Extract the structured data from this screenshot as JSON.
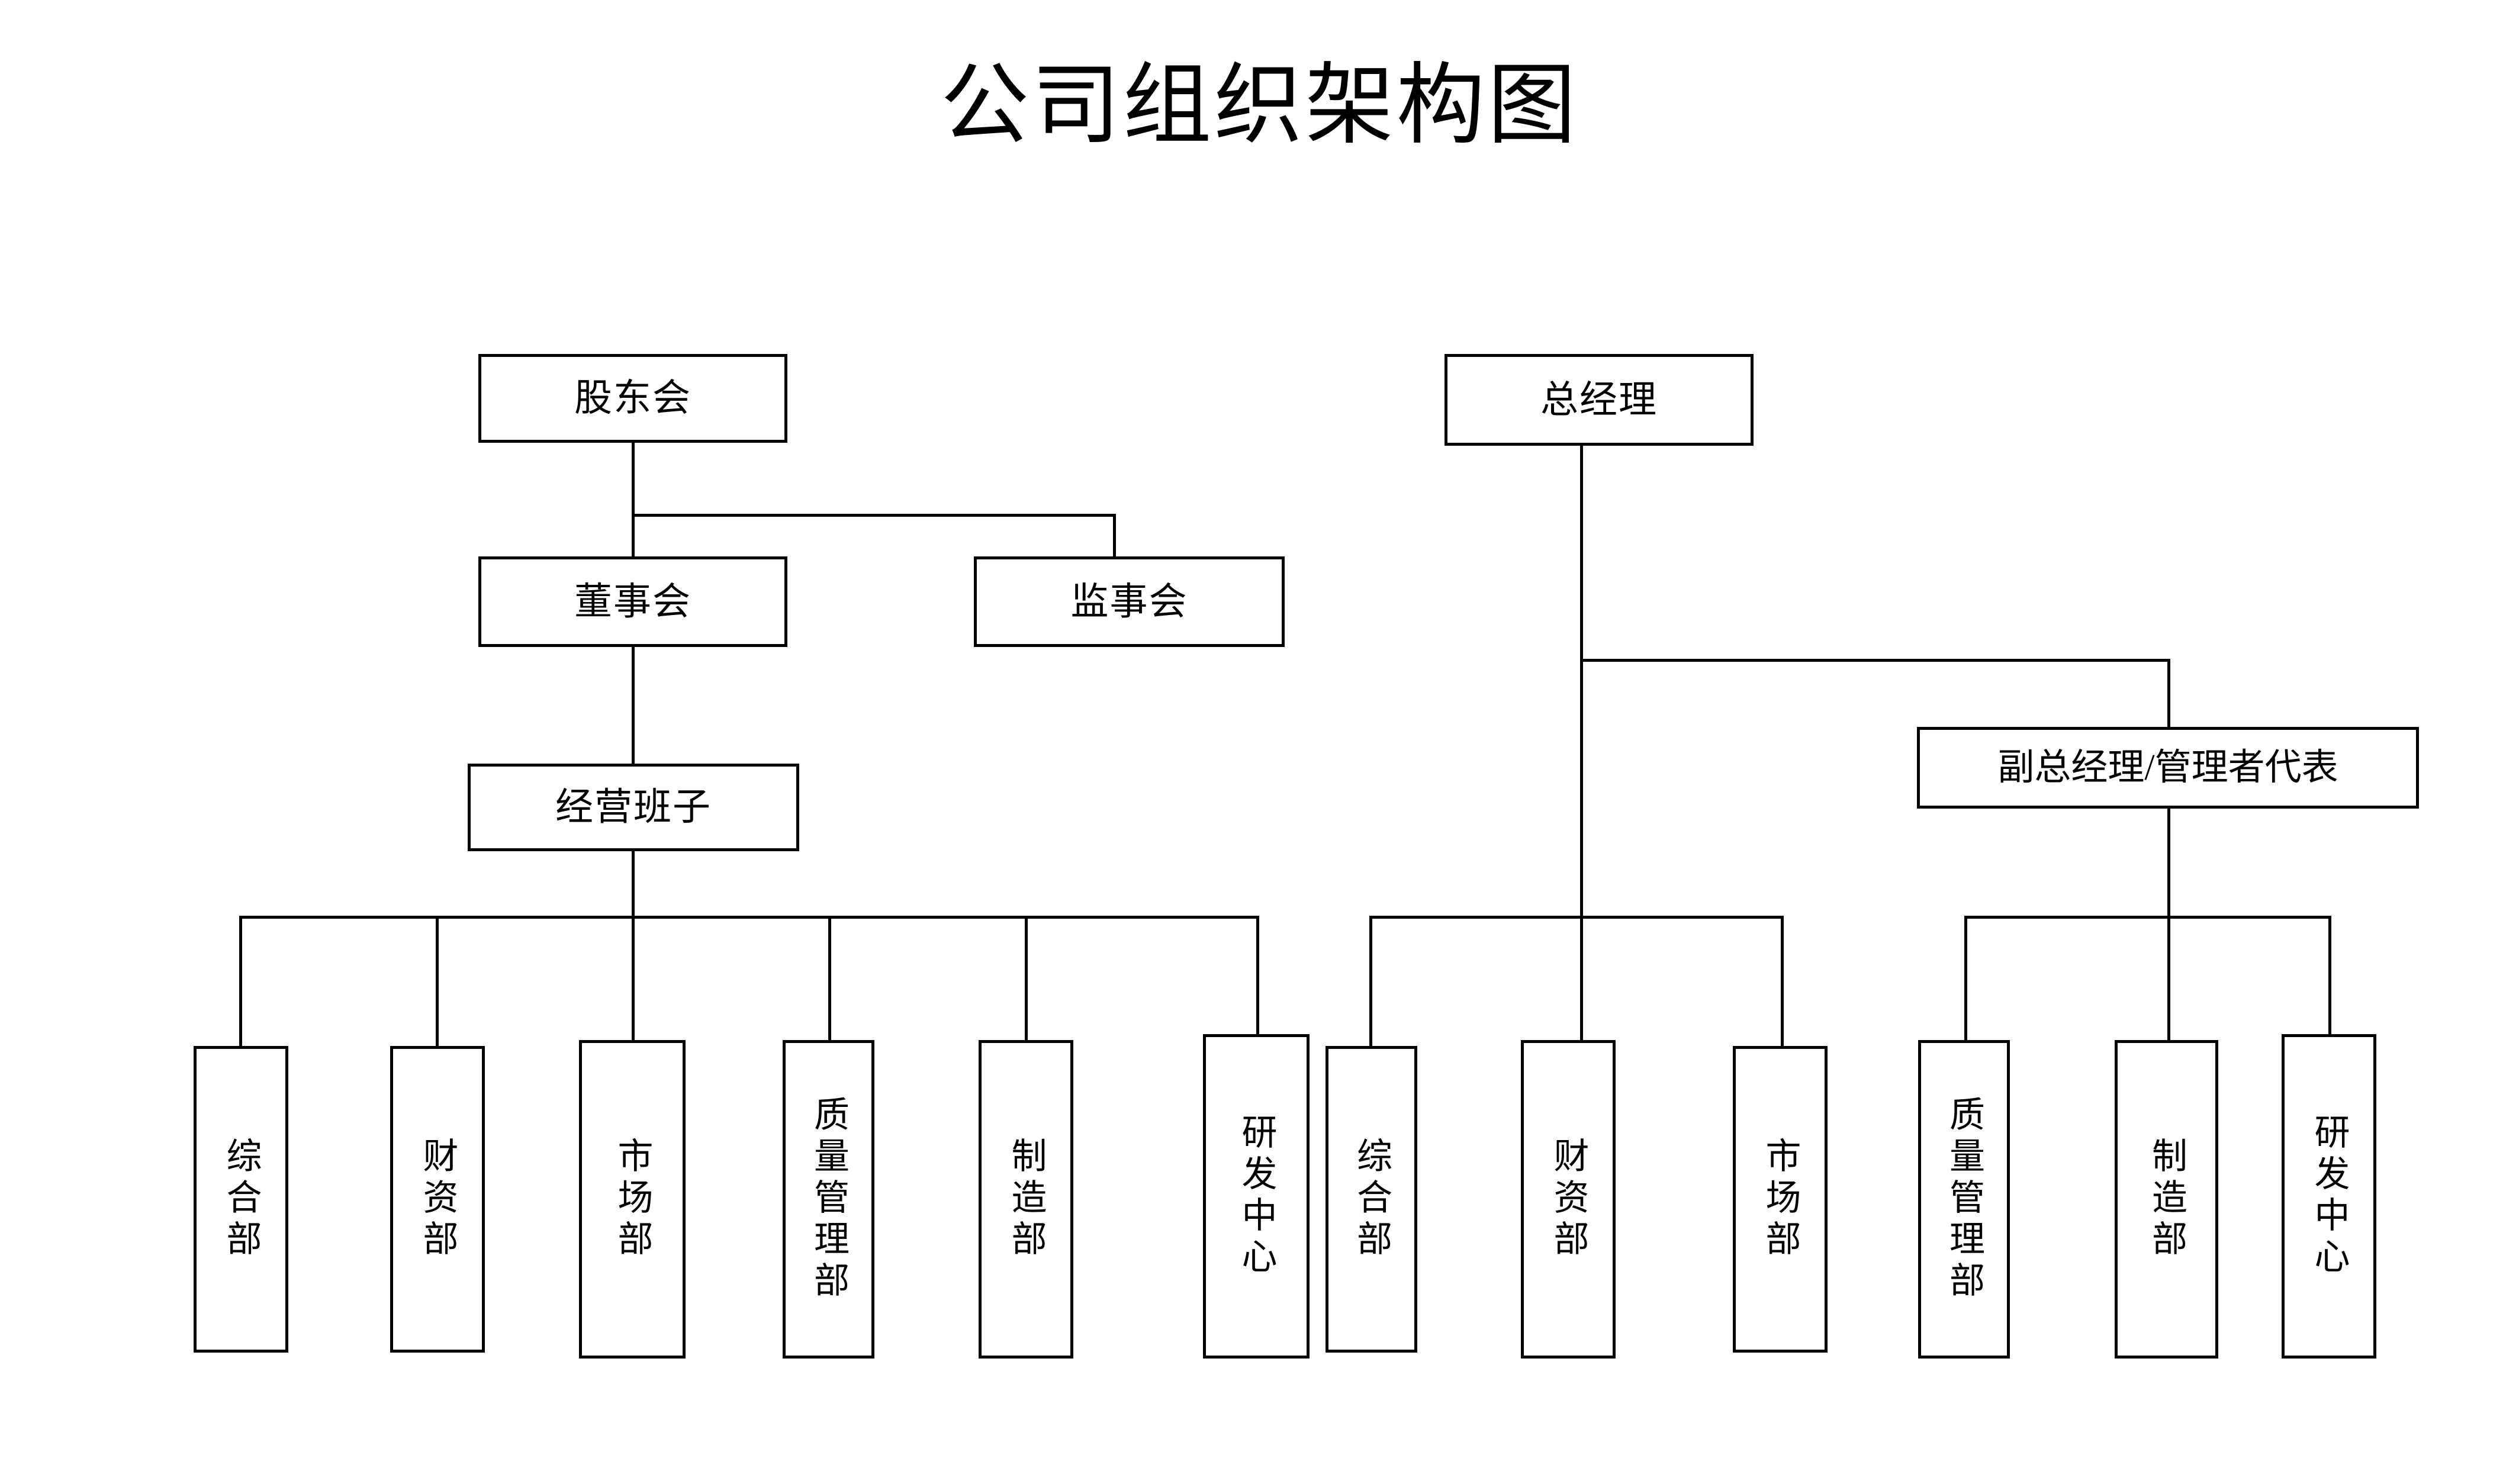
{
  "page": {
    "title": "公司组织架构图",
    "background_color": "#ffffff",
    "line_color": "#000000",
    "box_border_color": "#000000",
    "box_fill_color": "#ffffff"
  },
  "left_branch": {
    "shareholders_meeting": "股东会",
    "board_of_directors": "董事会",
    "board_of_supervisors": "监事会",
    "management_team": "经营班子",
    "departments": [
      "综合部",
      "财资部",
      "市场部",
      "质量管理部",
      "制造部",
      "研发中心"
    ]
  },
  "right_branch": {
    "general_manager": "总经理",
    "deputy_general_manager": "副总经理/管理者代表",
    "gm_departments": [
      "综合部",
      "财资部",
      "市场部"
    ],
    "dgm_departments": [
      "质量管理部",
      "制造部",
      "研发中心"
    ]
  }
}
